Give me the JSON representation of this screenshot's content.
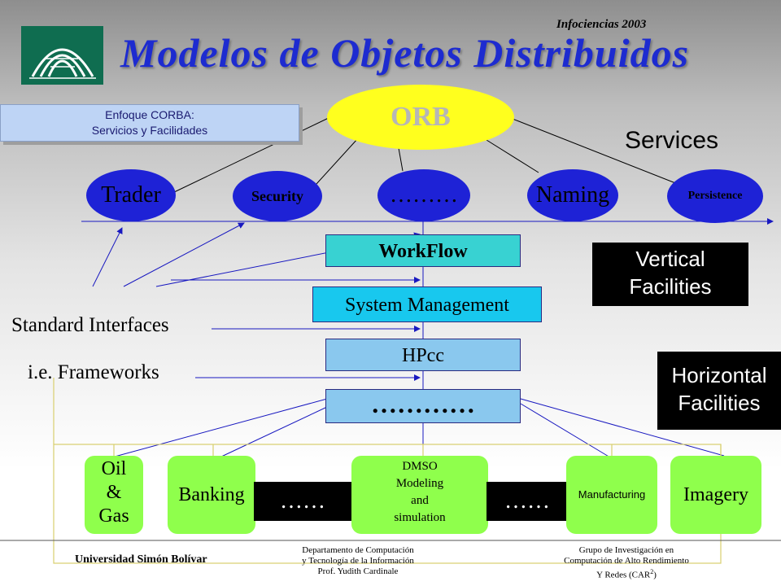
{
  "header": {
    "conference": "Infociencias 2003",
    "title": "Modelos de Objetos Distribuidos"
  },
  "corba_box": {
    "line1": "Enfoque CORBA:",
    "line2": "Servicios y Facilidades"
  },
  "orb": {
    "label": "ORB",
    "color": "#ffff1e"
  },
  "services_title": "Services",
  "services": [
    {
      "label": "Trader"
    },
    {
      "label": "Security"
    },
    {
      "label": "………"
    },
    {
      "label": "Naming"
    },
    {
      "label": "Persistence"
    }
  ],
  "stack": {
    "workflow": "WorkFlow",
    "system_management": "System Management",
    "hpcc": "HPcc",
    "dots": "…………"
  },
  "vertical_facilities": {
    "line1": "Vertical",
    "line2": "Facilities"
  },
  "horizontal_facilities": {
    "line1": "Horizontal",
    "line2": "Facilities"
  },
  "left_labels": {
    "standard_interfaces": "Standard Interfaces",
    "frameworks": "i.e. Frameworks"
  },
  "applications": {
    "oil": {
      "line1": "Oil",
      "line2": "&",
      "line3": "Gas"
    },
    "banking": "Banking",
    "dmso": {
      "line1": "DMSO",
      "line2": "Modeling",
      "line3": "and",
      "line4": "simulation"
    },
    "manufacturing": "Manufacturing",
    "imagery": "Imagery",
    "dots_left": "……",
    "dots_right": "……"
  },
  "footer": {
    "university": "Universidad Simón Bolívar",
    "dept": {
      "line1": "Departamento de Computación",
      "line2": "y Tecnología de la Información",
      "line3": "Prof. Yudith Cardinale"
    },
    "group": {
      "line1": "Grupo de Investigación en",
      "line2": "Computación de Alto Rendimiento",
      "line3": "Y Redes (CAR",
      "sup": "2",
      "close": ")"
    }
  },
  "colors": {
    "title_blue": "#1d2bd0",
    "service_blue": "#1e22d6",
    "workflow_teal": "#38d2d2",
    "stack_cyan": "#18c8ee",
    "stack_lightblue": "#8ac8ee",
    "app_green": "#8fff4c"
  }
}
